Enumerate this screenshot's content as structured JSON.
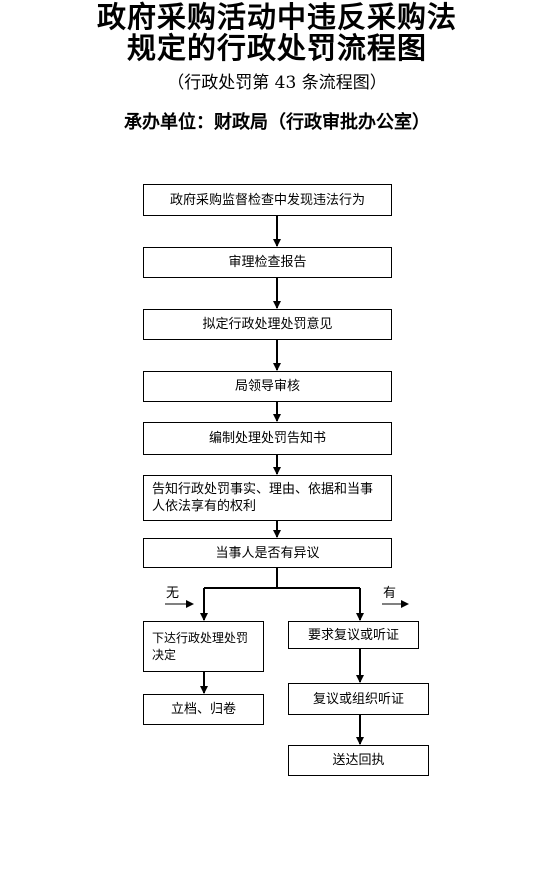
{
  "header": {
    "title_line1": "政府采购活动中违反采购法",
    "title_line2": "规定的行政处罚流程图",
    "subtitle": "（行政处罚第 43 条流程图）",
    "unit": "承办单位：财政局（行政审批办公室）"
  },
  "flow": {
    "step1": "政府采购监督检查中发现违法行为",
    "step2": "审理检查报告",
    "step3": "拟定行政处理处罚意见",
    "step4": "局领导审核",
    "step5": "编制处理处罚告知书",
    "step6": "告知行政处罚事实、理由、依据和当事人依法享有的权利",
    "step7": "当事人是否有异议",
    "branch_no_label": "无",
    "branch_yes_label": "有",
    "no_step1": "下达行政处理处罚决定",
    "no_step2": "立档、归卷",
    "yes_step1": "要求复议或听证",
    "yes_step2": "复议或组织听证",
    "yes_step3": "送达回执"
  }
}
